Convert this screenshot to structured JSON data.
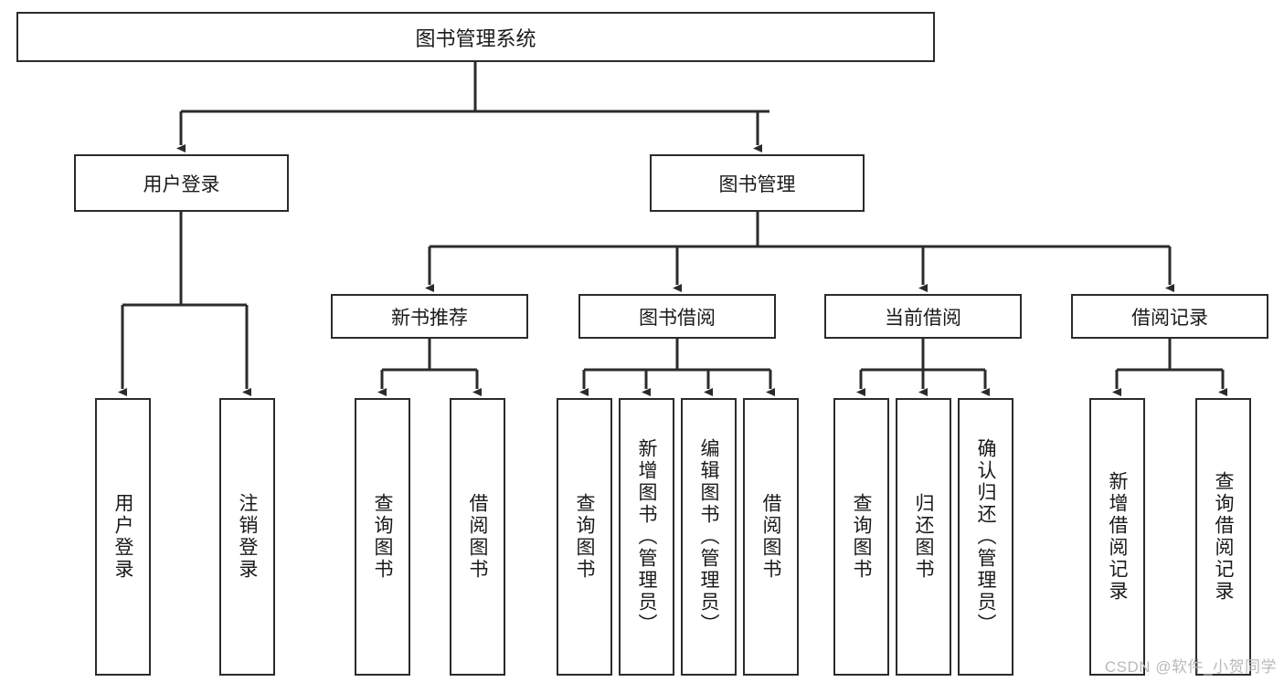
{
  "diagram": {
    "title": "图书管理系统",
    "type": "tree-hierarchy",
    "root": {
      "label": "图书管理系统"
    },
    "level2": [
      {
        "label": "用户登录"
      },
      {
        "label": "图书管理"
      }
    ],
    "level3": [
      {
        "label": "新书推荐"
      },
      {
        "label": "图书借阅"
      },
      {
        "label": "当前借阅"
      },
      {
        "label": "借阅记录"
      }
    ],
    "leaves": [
      {
        "label": "用户登录",
        "parent": "用户登录"
      },
      {
        "label": "注销登录",
        "parent": "用户登录"
      },
      {
        "label": "查询图书",
        "parent": "新书推荐"
      },
      {
        "label": "借阅图书",
        "parent": "新书推荐"
      },
      {
        "label": "查询图书",
        "parent": "图书借阅"
      },
      {
        "label": "新增图书（管理员）",
        "parent": "图书借阅"
      },
      {
        "label": "编辑图书（管理员）",
        "parent": "图书借阅"
      },
      {
        "label": "借阅图书",
        "parent": "图书借阅"
      },
      {
        "label": "查询图书",
        "parent": "当前借阅"
      },
      {
        "label": "归还图书",
        "parent": "当前借阅"
      },
      {
        "label": "确认归还（管理员）",
        "parent": "当前借阅"
      },
      {
        "label": "新增借阅记录",
        "parent": "借阅记录"
      },
      {
        "label": "查询借阅记录",
        "parent": "借阅记录"
      }
    ]
  },
  "watermark": {
    "text": "CSDN @软件_小贺同学"
  },
  "colors": {
    "stroke": "#2b2b2b",
    "fill": "#ffffff",
    "text": "#1a1a1a",
    "watermark": "#b9b9b9"
  }
}
